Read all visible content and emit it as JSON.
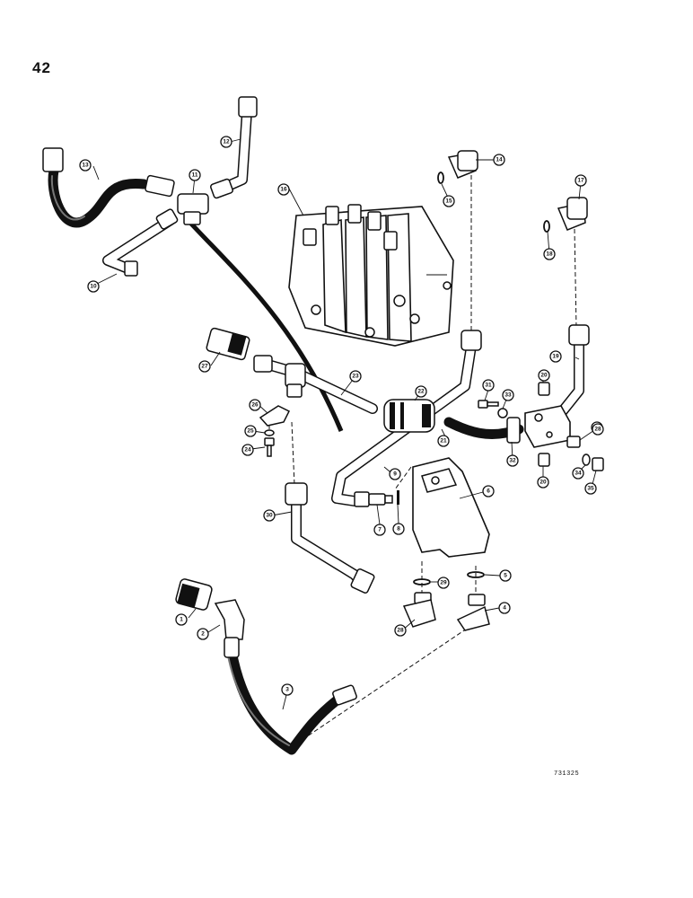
{
  "page": {
    "number": "42",
    "figure_code": "731325"
  },
  "callouts": [
    "1",
    "2",
    "3",
    "4",
    "5",
    "6",
    "7",
    "8",
    "9",
    "10",
    "11",
    "12",
    "13",
    "14",
    "15",
    "16",
    "17",
    "18",
    "19",
    "20",
    "21",
    "22",
    "23",
    "24",
    "25",
    "26",
    "27",
    "28",
    "29",
    "30",
    "31",
    "32",
    "33",
    "34",
    "35"
  ]
}
